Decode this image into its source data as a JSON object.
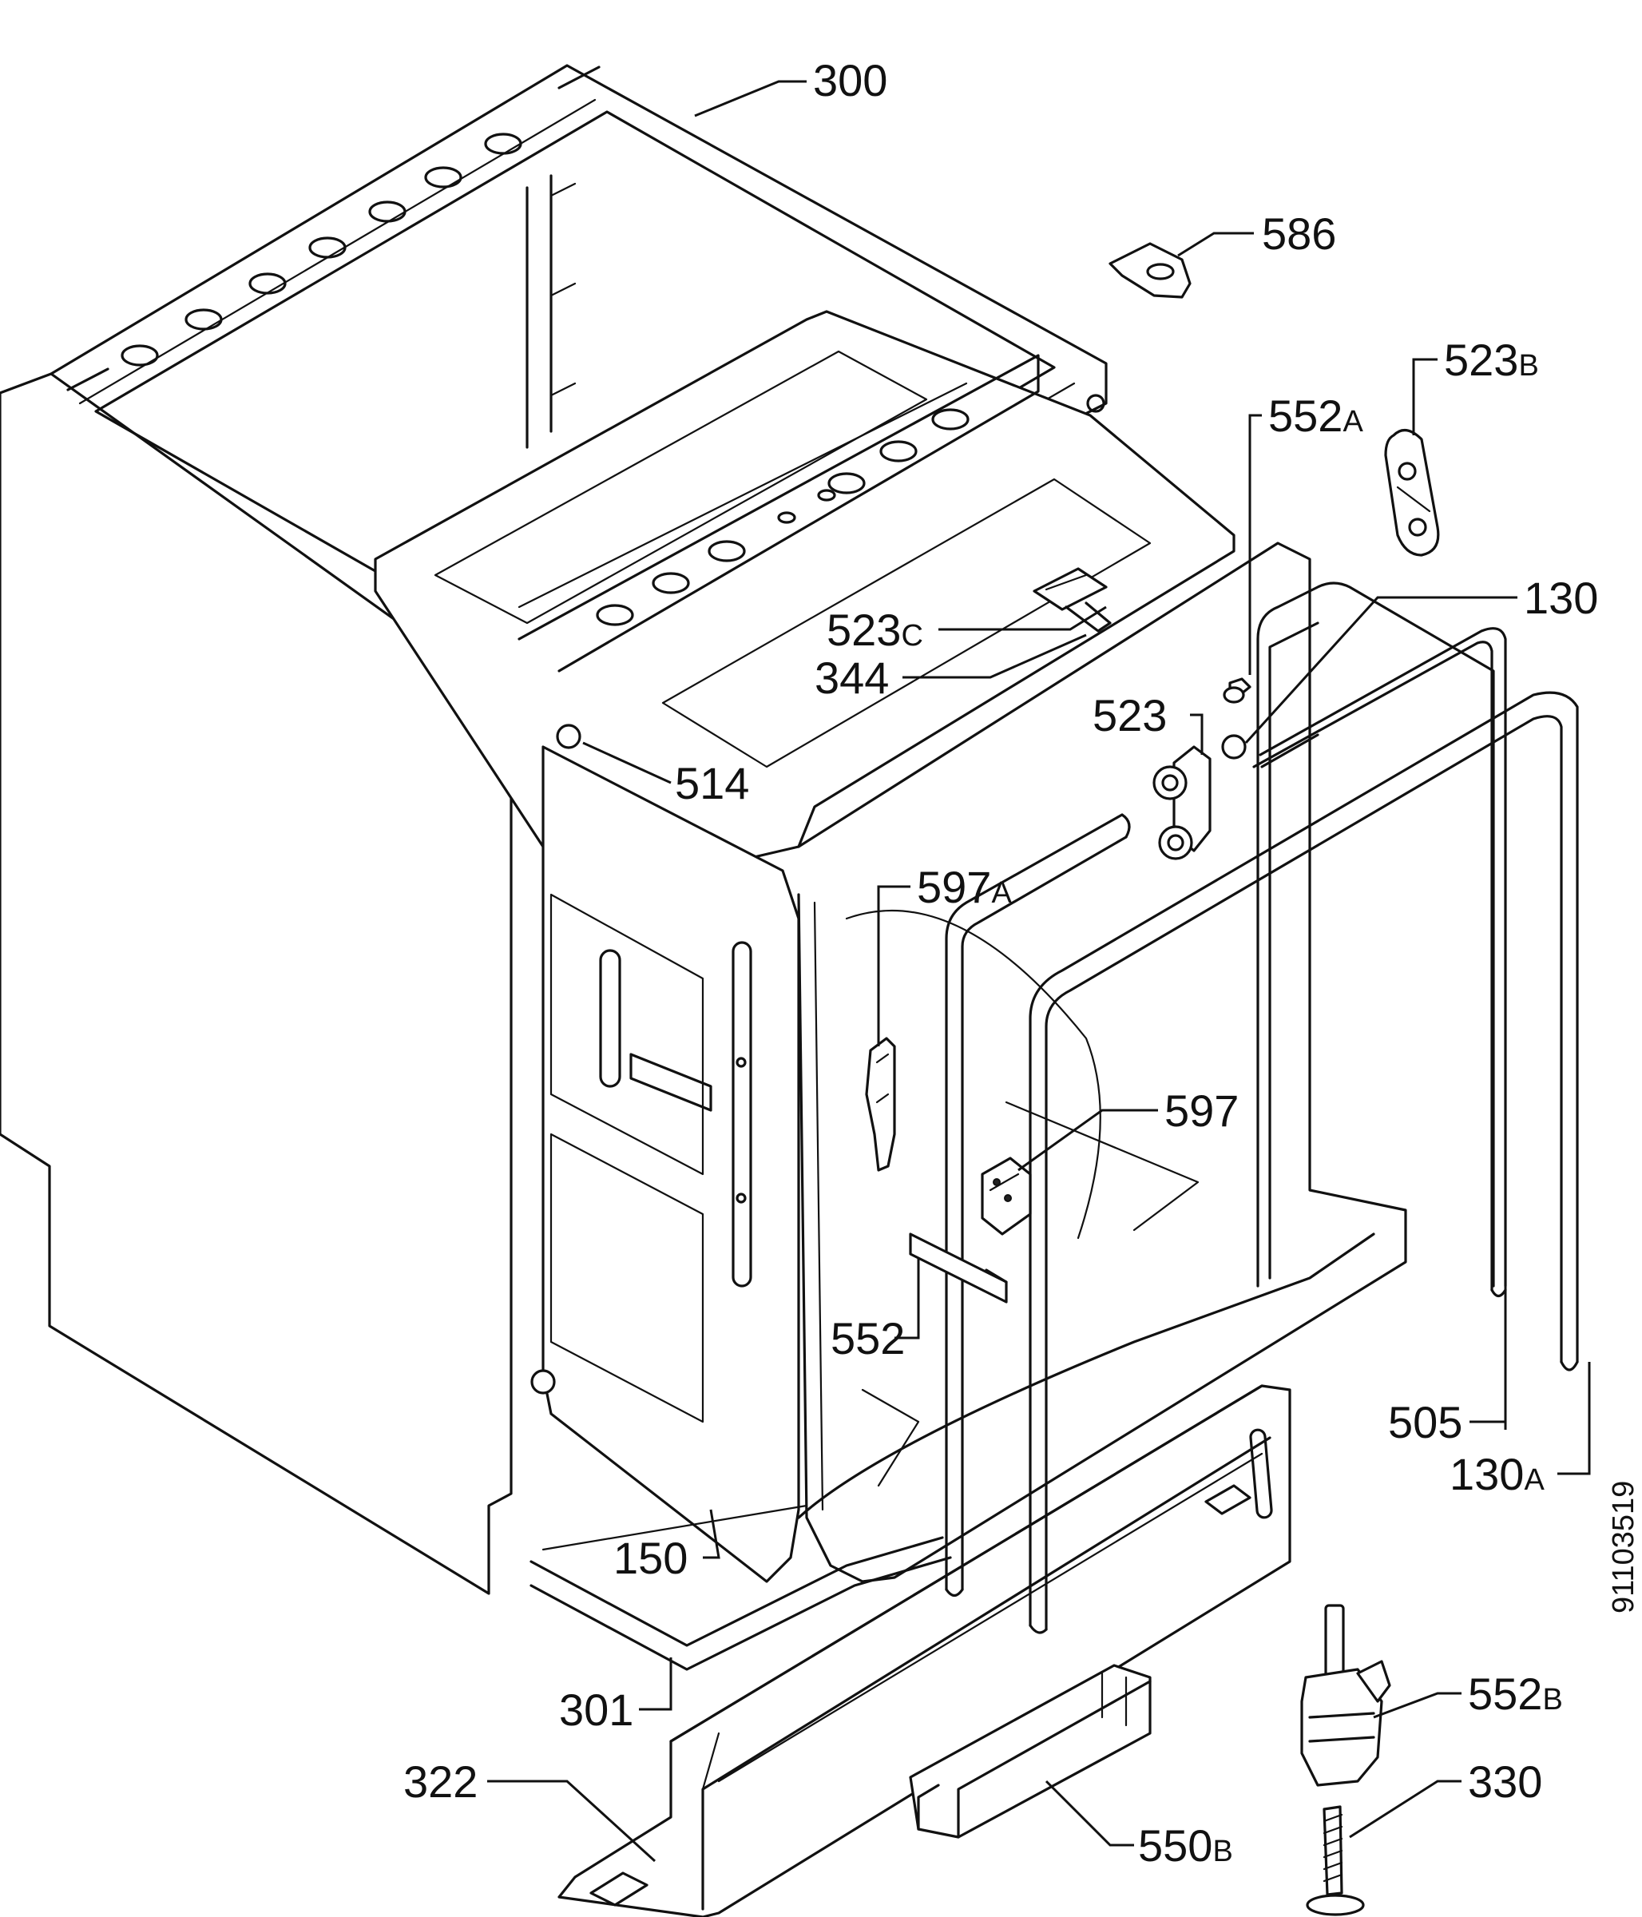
{
  "diagram_id": "91103519",
  "labels": {
    "l300": "300",
    "l586": "586",
    "l523B": "523",
    "l523B_s": "B",
    "l552A": "552",
    "l552A_s": "A",
    "l130": "130",
    "l523C": "523",
    "l523C_s": "C",
    "l344": "344",
    "l523": "523",
    "l514": "514",
    "l597A": "597",
    "l597A_s": "A",
    "l597": "597",
    "l552": "552",
    "l505": "505",
    "l130A": "130",
    "l130A_s": "A",
    "l150": "150",
    "l301": "301",
    "l552B": "552",
    "l552B_s": "B",
    "l322": "322",
    "l330": "330",
    "l550B": "550",
    "l550B_s": "B"
  }
}
